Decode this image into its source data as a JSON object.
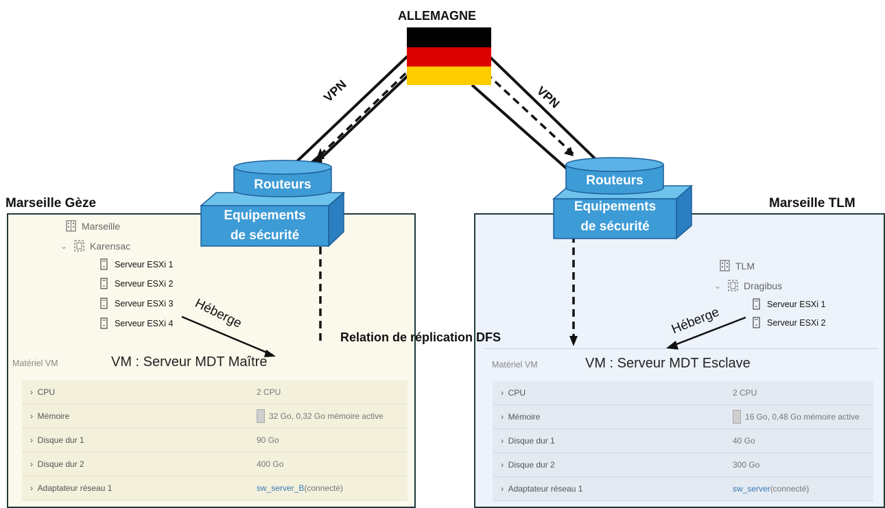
{
  "country": {
    "label": "ALLEMAGNE",
    "flag_colors": [
      "#000000",
      "#dd0000",
      "#ffcc00"
    ]
  },
  "links": {
    "left_vpn": "VPN",
    "right_vpn": "VPN",
    "replication": "Relation de réplication DFS"
  },
  "colors": {
    "panel_left_bg": "#fbf9ec",
    "panel_right_bg": "#edf3fb",
    "device_blue": "#3d9bd6",
    "device_dark": "#1d5f99"
  },
  "left_site": {
    "title": "Marseille Gèze",
    "router_label": "Routeurs",
    "security_label_1": "Equipements",
    "security_label_2": "de sécurité",
    "tree": {
      "root": "Marseille",
      "cluster": "Karensac",
      "servers": [
        "Serveur ESXi 1",
        "Serveur ESXi 2",
        "Serveur ESXi 3",
        "Serveur ESXi 4"
      ]
    },
    "hosts_label": "Héberge",
    "vm": {
      "section_label": "Matériel VM",
      "title": "VM : Serveur MDT Maître",
      "rows": [
        {
          "key": "CPU",
          "value": "2 CPU"
        },
        {
          "key": "Mémoire",
          "value": "32 Go, 0,32 Go mémoire active"
        },
        {
          "key": "Disque dur 1",
          "value": "90 Go"
        },
        {
          "key": "Disque dur 2",
          "value": "400 Go"
        },
        {
          "key": "Adaptateur réseau 1",
          "link": "sw_server_B",
          "suffix": " (connecté)"
        }
      ]
    }
  },
  "right_site": {
    "title": "Marseille TLM",
    "router_label": "Routeurs",
    "security_label_1": "Equipements",
    "security_label_2": "de sécurité",
    "tree": {
      "root": "TLM",
      "cluster": "Dragibus",
      "servers": [
        "Serveur ESXi 1",
        "Serveur ESXi 2"
      ]
    },
    "hosts_label": "Héberge",
    "vm": {
      "section_label": "Matériel VM",
      "title": "VM : Serveur MDT Esclave",
      "rows": [
        {
          "key": "CPU",
          "value": "2 CPU"
        },
        {
          "key": "Mémoire",
          "value": "16 Go, 0,48 Go mémoire active"
        },
        {
          "key": "Disque dur 1",
          "value": "40 Go"
        },
        {
          "key": "Disque dur 2",
          "value": "300 Go"
        },
        {
          "key": "Adaptateur réseau 1",
          "link": "sw_server",
          "suffix": " (connecté)"
        }
      ]
    }
  }
}
